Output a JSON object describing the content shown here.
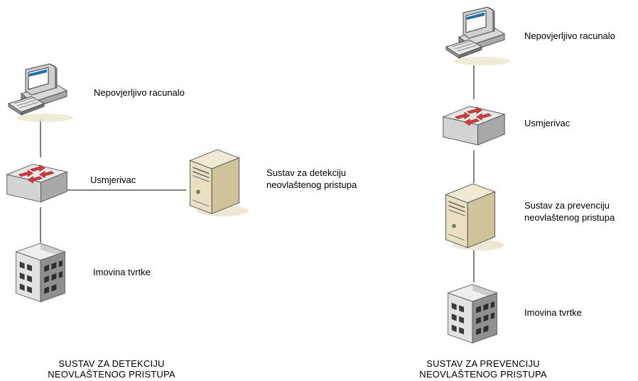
{
  "left_diagram": {
    "pc_label": "Nepovjerljivo racunalo",
    "router_label": "Usmjerivac",
    "ids_label_line1": "Sustav za detekciju",
    "ids_label_line2": "neovlaštenog pristupa",
    "assets_label": "Imovina tvrtke",
    "caption_line1": "SUSTAV ZA DETEKCIJU",
    "caption_line2": "NEOVLAŠTENOG PRISTUPA"
  },
  "right_diagram": {
    "pc_label": "Nepovjerljivo racunalo",
    "router_label": "Usmjerivac",
    "ips_label_line1": "Sustav za prevenciju",
    "ips_label_line2": "neovlaštenog pristupa",
    "assets_label": "Imovina tvrtke",
    "caption_line1": "SUSTAV ZA PREVENCIJU",
    "caption_line2": "NEOVLAŠTENOG PRISTUPA"
  },
  "colors": {
    "line": "#000000",
    "router_arrow": "#d23b3b",
    "server_body": "#e9e0c4",
    "pc_screen": "#1c6fa8"
  }
}
